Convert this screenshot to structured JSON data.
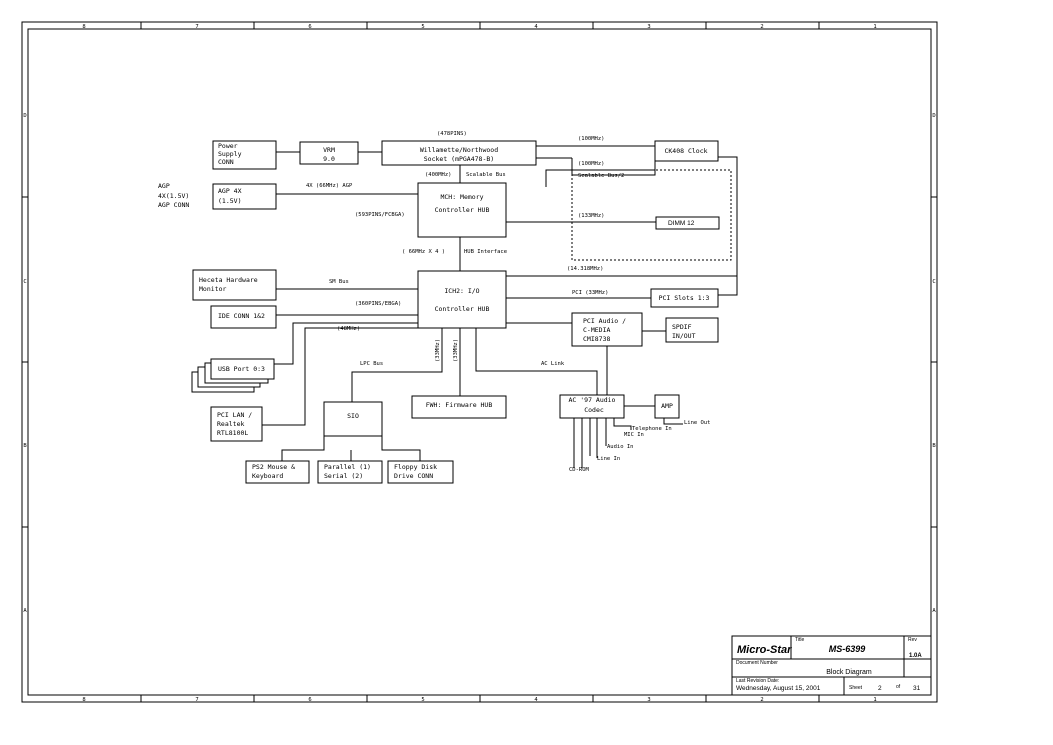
{
  "title_block": {
    "company": "Micro-Star",
    "title_label": "Title",
    "title": "MS-6399",
    "rev_label": "Rev",
    "rev": "1.0A",
    "doc_number_label": "Document Number",
    "doc_title": "Block Diagram",
    "last_revision_label": "Last Revision Date:",
    "last_revision_date": "Wednesday, August 15, 2001",
    "sheet_label": "Sheet",
    "sheet_number": "2",
    "of_label": "of",
    "sheet_total": "31"
  },
  "border": {
    "top_labels": [
      "8",
      "7",
      "6",
      "5",
      "4",
      "3",
      "2",
      "1"
    ],
    "bottom_labels": [
      "8",
      "7",
      "6",
      "5",
      "4",
      "3",
      "2",
      "1"
    ],
    "side_labels": [
      "D",
      "C",
      "B",
      "A"
    ]
  },
  "blocks": {
    "power_supply": [
      "Power",
      "Supply",
      "CONN"
    ],
    "vrm": [
      "VRM",
      "9.0"
    ],
    "cpu_socket": [
      "Willamette/Northwood",
      "Socket (mPGA478-B)"
    ],
    "ck408": [
      "CK408 Clock"
    ],
    "agp_4x": [
      "AGP 4X",
      "(1.5V)"
    ],
    "mch": [
      "MCH: Memory",
      "Controller HUB"
    ],
    "dimm": [
      "DIMM 12"
    ],
    "heceta": [
      "Heceta Hardware",
      "Monitor"
    ],
    "ich2": [
      "ICH2: I/O",
      "Controller HUB"
    ],
    "pci_slots": [
      "PCI Slots 1:3"
    ],
    "ide_conn": [
      "IDE CONN 1&2"
    ],
    "pci_audio": [
      "PCI Audio /",
      "C-MEDIA",
      "CMI8738"
    ],
    "spdif": [
      "SPDIF",
      "IN/OUT"
    ],
    "usb_port": [
      "USB Port 0:3"
    ],
    "pci_lan": [
      "PCI LAN /",
      "Realtek",
      "RTL8100L"
    ],
    "sio": [
      "SIO"
    ],
    "fwh": [
      "FWH: Firmware HUB"
    ],
    "ac97_codec": [
      "AC '97 Audio",
      "Codec"
    ],
    "amp": [
      "AMP"
    ],
    "ps2": [
      "PS2 Mouse &",
      "Keyboard"
    ],
    "parallel_serial": [
      "Parallel (1)",
      "Serial (2)"
    ],
    "floppy": [
      "Floppy Disk",
      "Drive CONN"
    ]
  },
  "labels": {
    "agp_side": [
      "AGP",
      "4X(1.5V)",
      "AGP CONN"
    ],
    "pins_478": "(478PINS)",
    "clk_100_a": "(100MHz)",
    "clk_100_b": "(100MHz)",
    "fsb_400": "(400MHz)",
    "scalable_bus": "Scalable Bus",
    "scalable_bus_2": "Scalable Bus/2",
    "agp_4x_bus": "4X (66MHz) AGP",
    "mch_pins": "(593PINS/FCBGA)",
    "clk_133": "(133MHz)",
    "hub_clock": "( 66MHz X 4 )",
    "hub_interface": "HUB Interface",
    "clk_14": "(14.318MHz)",
    "sm_bus": "SM Bus",
    "pci_33": "PCI (33MHz)",
    "ich2_pins": "(360PINS/EBGA)",
    "clk_48": "(48MHz)",
    "lpc_bus": "LPC Bus",
    "vert_1": "(33MHz)",
    "vert_2": "(33MHz)",
    "ac_link": "AC Link",
    "line_out": "Line Out",
    "telephone_in": "Telephone In",
    "mic_in": "MIC In",
    "audio_in": "Audio In",
    "line_in": "Line In",
    "cd_rom": "CD-ROM"
  }
}
